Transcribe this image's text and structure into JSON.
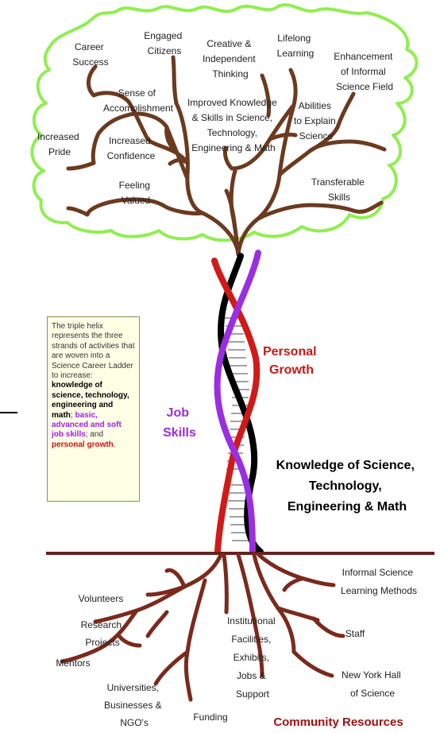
{
  "canopy_outcomes": [
    {
      "id": "career-success",
      "lines": [
        "Career",
        "Success"
      ]
    },
    {
      "id": "engaged-citizens",
      "lines": [
        "Engaged",
        "Citizens"
      ]
    },
    {
      "id": "creative-independent-thinking",
      "lines": [
        "Creative &",
        "Independent",
        "Thinking"
      ]
    },
    {
      "id": "lifelong-learning",
      "lines": [
        "Lifelong",
        "Learning"
      ]
    },
    {
      "id": "enhancement-informal-science-field",
      "lines": [
        "Enhancement",
        "of Informal",
        "Science Field"
      ]
    },
    {
      "id": "sense-of-accomplishment",
      "lines": [
        "Sense of",
        "Accomplishment"
      ]
    },
    {
      "id": "improved-knowledge",
      "lines": [
        "Improved Knowledge",
        "& Skills in Science,",
        "Technology,",
        "Engineering & Math"
      ]
    },
    {
      "id": "abilities-to-explain-science",
      "lines": [
        "Abilities",
        "to Explain",
        "Science"
      ]
    },
    {
      "id": "increased-pride",
      "lines": [
        "Increased",
        "Pride"
      ]
    },
    {
      "id": "increased-confidence",
      "lines": [
        "Increased",
        "Confidence"
      ]
    },
    {
      "id": "feeling-valued",
      "lines": [
        "Feeling",
        "Valued"
      ]
    },
    {
      "id": "transferable-skills",
      "lines": [
        "Transferable",
        "Skills"
      ]
    }
  ],
  "strands": {
    "personal_growth": [
      "Personal",
      "Growth"
    ],
    "job_skills": [
      "Job",
      "Skills"
    ],
    "knowledge": [
      "Knowledge of Science,",
      "Technology,",
      "Engineering & Math"
    ]
  },
  "legend": {
    "intro": "The triple helix represents the three strands of activities that are woven into a Science Career Ladder to increase:",
    "knowledge": "knowledge of science, technology, engineering and math",
    "sep1": "; ",
    "skills": "basic, advanced and soft job skills",
    "sep2": "; and ",
    "growth": "personal growth",
    "end": "."
  },
  "roots": [
    {
      "id": "volunteers",
      "lines": [
        "Volunteers"
      ]
    },
    {
      "id": "research-projects",
      "lines": [
        "Research",
        "Projects"
      ]
    },
    {
      "id": "mentors",
      "lines": [
        "Mentors"
      ]
    },
    {
      "id": "universities-businesses-ngos",
      "lines": [
        "Universities,",
        "Businesses &",
        "NGO's"
      ]
    },
    {
      "id": "funding",
      "lines": [
        "Funding"
      ]
    },
    {
      "id": "institutional-facilities",
      "lines": [
        "Institutional",
        "Facilities,",
        "Exhibits,",
        "Jobs &",
        "Support"
      ]
    },
    {
      "id": "informal-science-learning-methods",
      "lines": [
        "Informal Science",
        "Learning Methods"
      ]
    },
    {
      "id": "staff",
      "lines": [
        "Staff"
      ]
    },
    {
      "id": "new-york-hall-of-science",
      "lines": [
        "New York Hall",
        "of Science"
      ]
    }
  ],
  "community_resources": "Community Resources",
  "colors": {
    "canopy_outline": "#90ee50",
    "branch": "#6b3a1f",
    "root": "#7a2a1d",
    "ground_line": "#6a1e1e",
    "strand_red": "#d01a1a",
    "strand_purple": "#9a2ee0",
    "strand_black": "#000000",
    "personal_growth_text": "#c81818",
    "job_skills_text": "#9a2ee0",
    "community_text": "#a01010"
  }
}
